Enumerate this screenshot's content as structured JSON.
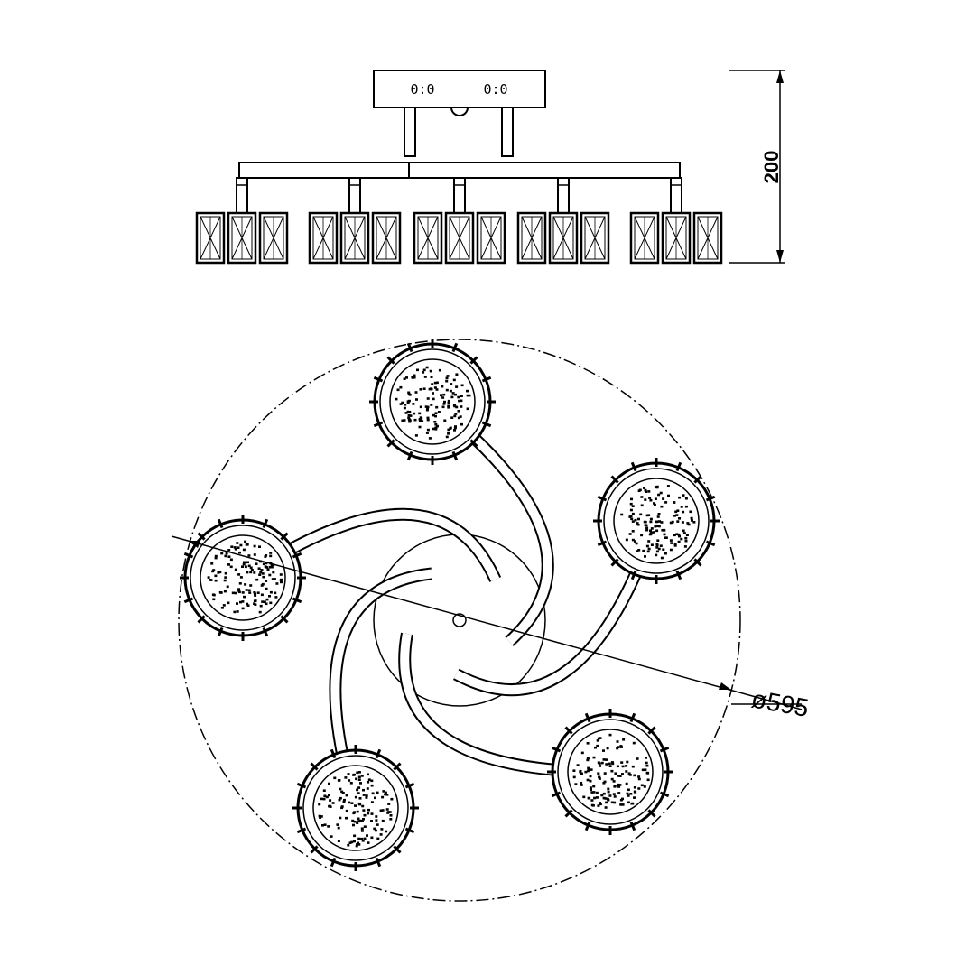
{
  "dimensions": {
    "height_label": "200",
    "diameter_label": "ø595"
  },
  "canopy": {
    "screw_labels": [
      "0:0",
      "0:0"
    ]
  },
  "colors": {
    "line": "#000000",
    "background": "#ffffff"
  }
}
